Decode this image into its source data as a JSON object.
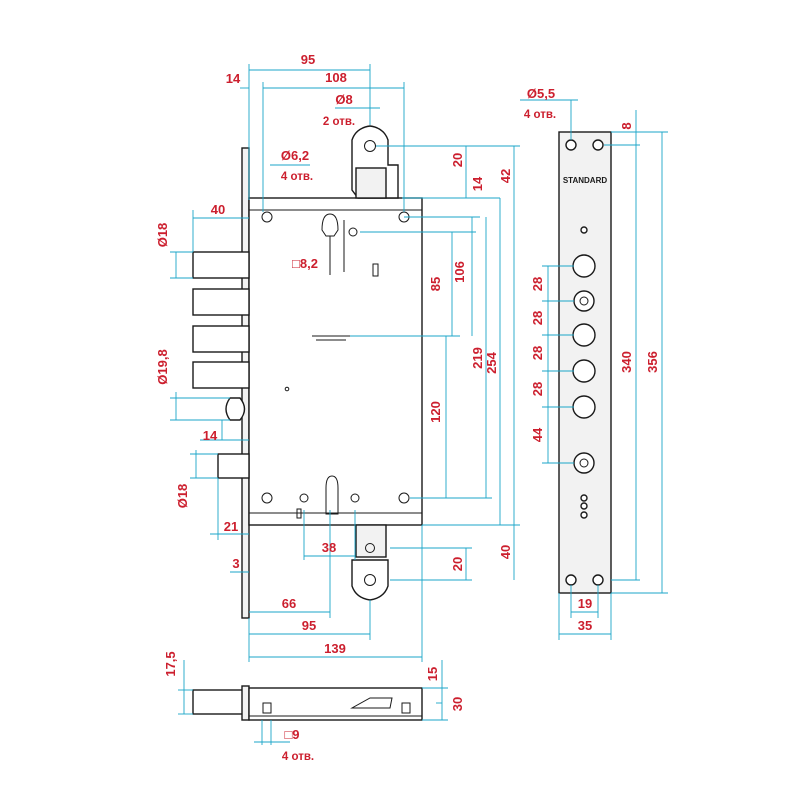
{
  "colors": {
    "dimension_text": "#cc1f2e",
    "dimension_line": "#1ba6c8",
    "outline": "#1a1a1a"
  },
  "brand": "STANDARD",
  "labels": {
    "d95_top": "95",
    "d108": "108",
    "d14_top": "14",
    "d_hole8": "Ø8",
    "d_holes2": "2 отв.",
    "d_hole62": "Ø6,2",
    "d_holes4": "4 отв.",
    "d40_left": "40",
    "d_bolt18": "Ø18",
    "d_sq82": "□8,2",
    "d20_top": "20",
    "d14_right": "14",
    "d42": "42",
    "d85": "85",
    "d106": "106",
    "d219": "219",
    "d254": "254",
    "d_bolt198": "Ø19,8",
    "d120": "120",
    "d14_left": "14",
    "d_bolt18b": "Ø18",
    "d21": "21",
    "d38": "38",
    "d20_bot": "20",
    "d40_right": "40",
    "d3": "3",
    "d66": "66",
    "d95_bot": "95",
    "d139": "139",
    "d175": "17,5",
    "d15": "15",
    "d30": "30",
    "d_sq9": "□9",
    "d_holes4b": "4 отв.",
    "d_hole55": "Ø5,5",
    "d_holes4c": "4 отв.",
    "d8": "8",
    "d28a": "28",
    "d28b": "28",
    "d28c": "28",
    "d28d": "28",
    "d44": "44",
    "d340": "340",
    "d356": "356",
    "d19": "19",
    "d35": "35"
  }
}
